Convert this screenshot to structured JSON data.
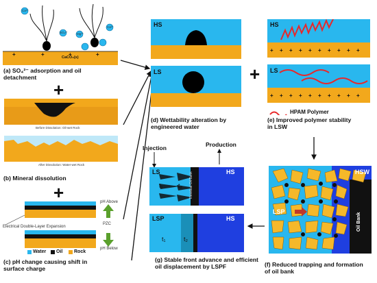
{
  "panel_a": {
    "caption_line1": "(a) SO₄²⁻ adsorption and oil",
    "caption_line2": "detachment",
    "substrate_label": "CaCO₃(s)",
    "ion_labels": [
      "Ca²⁺",
      "SO₄²⁻",
      "Mg²⁺",
      "Ca²⁺"
    ]
  },
  "panel_b": {
    "caption": "(b) Mineral dissolution",
    "before_label": "Before Dissolution: Oil-wet Rock",
    "after_label": "After Dissolution: Water-wet Rock"
  },
  "panel_c": {
    "caption_line1": "(c) pH change causing shift in",
    "caption_line2": "surface charge",
    "ph_above": "pH Above",
    "pzc": "PZC",
    "ph_below": "pH Below",
    "edl_label": "Electrical Double-Layer Expansion",
    "legend": [
      "Water",
      "Oil",
      "Rock"
    ]
  },
  "panel_d": {
    "caption_line1": "(d) Wettability alteration by",
    "caption_line2": "engineered water",
    "top_label": "HS",
    "bottom_label": "LS"
  },
  "panel_e": {
    "caption_line1": "(e) Improved polymer stability",
    "caption_line2": "in LSW",
    "top_label": "HS",
    "bottom_label": "LS",
    "legend_label": "HPAM Polymer"
  },
  "panel_f": {
    "caption_line1": "(f) Reduced trapping and formation",
    "caption_line2": "of oil bank",
    "hsw_label": "HSW",
    "lsp_label": "LSP",
    "oil_bank_label": "Oil Bank"
  },
  "panel_g": {
    "caption_line1": "(g) Stable front advance and efficient",
    "caption_line2": "oil displacement by LSPF",
    "injection_label": "Injection",
    "production_label": "Production",
    "top_left_label": "LS",
    "top_right_label": "HS",
    "residual_label": "Residual Oil Bank",
    "t1": "t₁",
    "t2": "t₂",
    "bottom_left_label": "LSP",
    "bottom_right_label": "HS"
  },
  "plus_sign": "+",
  "colors": {
    "water": "#29b7ee",
    "rock": "#f2a81c",
    "oil": "#000000",
    "polymer": "#e8282a",
    "hs_blue": "#1f3fe0",
    "grain": "#f5b82a"
  }
}
